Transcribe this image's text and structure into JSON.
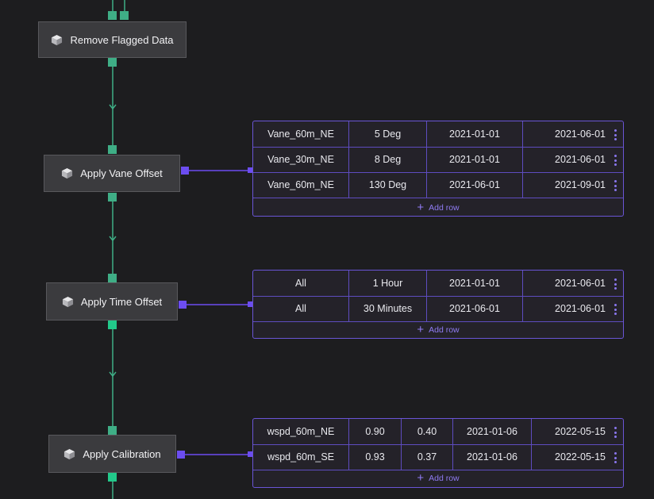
{
  "colors": {
    "flow": "#3fae86",
    "link": "#6c4df0",
    "table_border": "#6a55d6"
  },
  "nodes": [
    {
      "name": "remove-flagged-data-node",
      "label": "Remove Flagged Data",
      "icon": "cube-icon"
    },
    {
      "name": "apply-vane-offset-node",
      "label": "Apply Vane Offset",
      "icon": "cube-icon"
    },
    {
      "name": "apply-time-offset-node",
      "label": "Apply Time Offset",
      "icon": "cube-icon"
    },
    {
      "name": "apply-calibration-node",
      "label": "Apply Calibration",
      "icon": "cube-icon"
    }
  ],
  "vane_table": {
    "rows": [
      [
        "Vane_60m_NE",
        "5 Deg",
        "2021-01-01",
        "2021-06-01"
      ],
      [
        "Vane_30m_NE",
        "8 Deg",
        "2021-01-01",
        "2021-06-01"
      ],
      [
        "Vane_60m_NE",
        "130 Deg",
        "2021-06-01",
        "2021-09-01"
      ]
    ],
    "add_row_label": "Add row"
  },
  "time_table": {
    "rows": [
      [
        "All",
        "1 Hour",
        "2021-01-01",
        "2021-06-01"
      ],
      [
        "All",
        "30 Minutes",
        "2021-06-01",
        "2021-06-01"
      ]
    ],
    "add_row_label": "Add row"
  },
  "calibration_table": {
    "rows": [
      [
        "wspd_60m_NE",
        "0.90",
        "0.40",
        "2021-01-06",
        "2022-05-15"
      ],
      [
        "wspd_60m_SE",
        "0.93",
        "0.37",
        "2021-01-06",
        "2022-05-15"
      ]
    ],
    "add_row_label": "Add row"
  }
}
